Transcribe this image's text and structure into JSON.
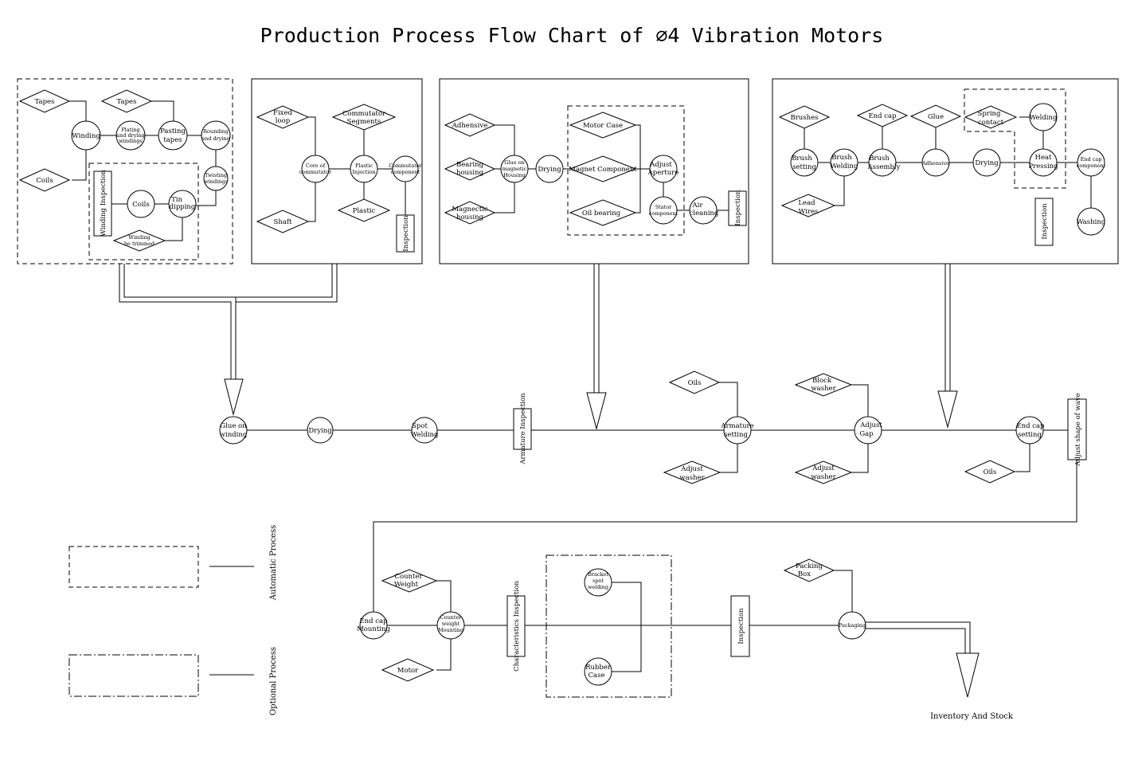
{
  "title": "Production Process Flow Chart of ∅4 Vibration Motors",
  "group1": {
    "tapes_a": "Tapes",
    "tapes_b": "Tapes",
    "coils_a": "Coils",
    "winding": "Winding",
    "plating": [
      "Plating",
      "and drying",
      "windings"
    ],
    "pasting": [
      "Pasting",
      "tapes"
    ],
    "rounding": [
      "Rounding",
      "and drying"
    ],
    "twisting": [
      "Twisting",
      "windings"
    ],
    "winding_inspection": "Winding Inspection",
    "coils_b": "Coils",
    "tin_dipping": [
      "Tin",
      "dipping"
    ],
    "winding_trimmed": [
      "Winding",
      "be trimmed"
    ]
  },
  "group2": {
    "fixed_loop": [
      "Fixed",
      "loop"
    ],
    "commutator_segments": [
      "Commutator",
      "Segments"
    ],
    "shaft": "Shaft",
    "core_of_commutator": [
      "Core of",
      "commutator"
    ],
    "plastic_injection": [
      "Plastic",
      "Injection"
    ],
    "commutator_component": [
      "Commutator",
      "component"
    ],
    "plastic": "Plastic",
    "inspection": "Inspection"
  },
  "group3": {
    "adhensive": "Adhensive",
    "bearing_housing": [
      "Bearing",
      "housing"
    ],
    "magnetic_housing": [
      "Magnectic",
      "housing"
    ],
    "glue_housing": [
      "Glue on",
      "magnetic",
      "Housing"
    ],
    "drying": "Drying",
    "motor_case": "Motor Case",
    "magnet_component": "Magnet Component",
    "oil_bearing": "Oil bearing",
    "adjust_aperture": [
      "Adjust",
      "Aperture"
    ],
    "stator_component": [
      "Stator",
      "component"
    ],
    "air_cleaning": [
      "Air",
      "cleaning"
    ],
    "inspection": "Inspection"
  },
  "group4": {
    "brushes": "Brushes",
    "end_cap": "End cap",
    "glue": "Glue",
    "spring_contact": [
      "Spring",
      "contact"
    ],
    "welding": "Welding",
    "brush_setting": [
      "Brush",
      "setting"
    ],
    "brush_welding": [
      "Brush",
      "Welding"
    ],
    "brush_assembly": [
      "Brush",
      "Assembly"
    ],
    "adhensive": "Adhensive",
    "drying": "Drying",
    "heat_pressing": [
      "Heat",
      "Pressing"
    ],
    "end_cap_component": [
      "End cap",
      "component"
    ],
    "lead_wires": [
      "Lead",
      "Wires"
    ],
    "inspection": "Inspection",
    "washing": "Washing"
  },
  "main_line": {
    "glue_on_winding": [
      "Glue on",
      "winding"
    ],
    "drying": "Drying",
    "spot_welding": [
      "Spot",
      "Welding"
    ],
    "armature_inspection": "Armature Inspection",
    "oils_a": "Oils",
    "armature_setting": [
      "Armature",
      "setting"
    ],
    "adjust_washer_a": [
      "Adjust",
      "washer"
    ],
    "block_washer": [
      "Block",
      "washer"
    ],
    "adjust_gap": [
      "Adjust",
      "Gap"
    ],
    "adjust_washer_b": [
      "Adjust",
      "washer"
    ],
    "end_cap_setting": [
      "End cap",
      "setting"
    ],
    "oils_b": "Oils",
    "adjust_shape_of_wave": "Adjust shape of wave"
  },
  "final_line": {
    "counter_weight": [
      "Counter",
      "Weight"
    ],
    "end_cap_mounting": [
      "End cap",
      "Mounting"
    ],
    "counter_weight_mounting": [
      "Counter",
      "weight",
      "Mounting"
    ],
    "motor": "Motor",
    "characteristics_inspection": "Characteristics Inspection",
    "bracket_spot_welding": [
      "Bracket",
      "spot",
      "welding"
    ],
    "rubber_case": [
      "Rubber",
      "Case"
    ],
    "inspection": "Inspection",
    "packing_box": [
      "Packing",
      "Box"
    ],
    "packaging": "Packaging",
    "inventory": "Inventory And Stock"
  },
  "legend": {
    "automatic": "Automatic Process",
    "optional": "Optional Process"
  }
}
